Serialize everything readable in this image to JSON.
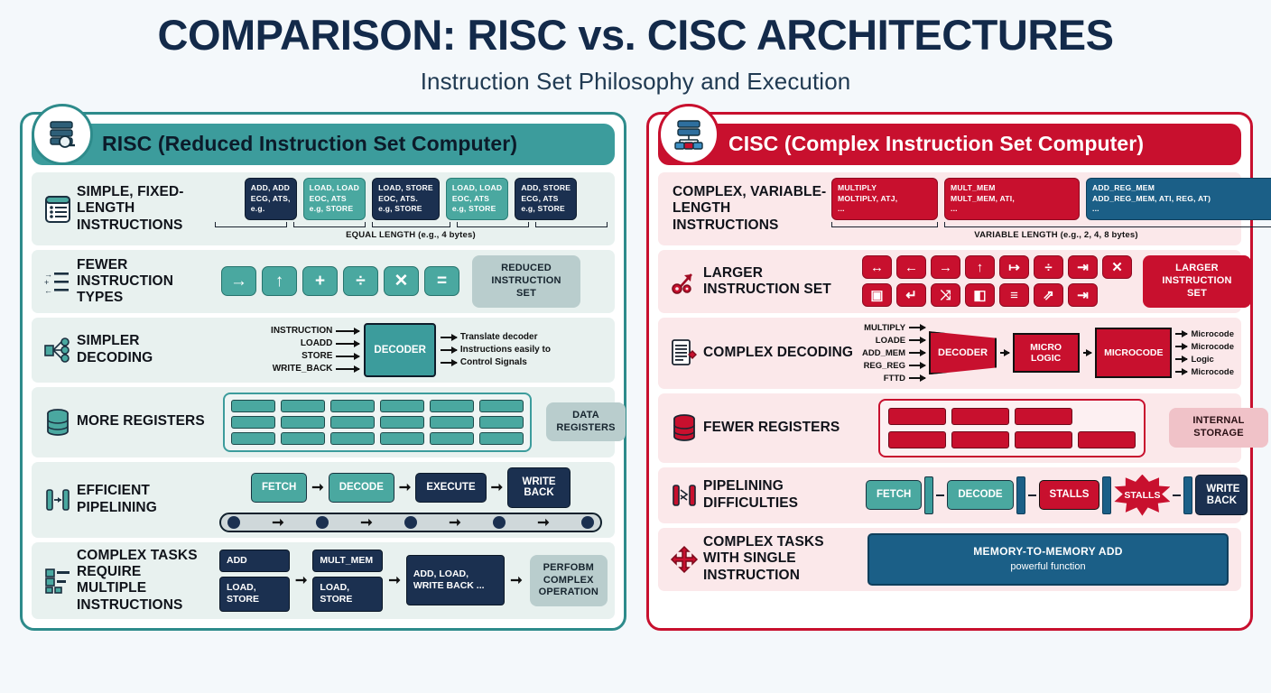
{
  "header": {
    "title": "COMPARISON: RISC vs. CISC ARCHITECTURES",
    "subtitle": "Instruction Set Philosophy and Execution"
  },
  "colors": {
    "risc_accent": "#3c9c9c",
    "cisc_accent": "#c8102e",
    "navy": "#1b3050",
    "blue": "#1b5f87",
    "page_bg": "#f4f8fb"
  },
  "risc": {
    "panel_title": "RISC (Reduced Instruction Set Computer)",
    "badge_icon": "server-search-icon",
    "rows": {
      "instructions": {
        "label": "SIMPLE, FIXED-LENGTH INSTRUCTIONS",
        "icon": "list-document-icon",
        "boxes": [
          {
            "color": "navy",
            "lines": [
              "ADD, ADD",
              "ECG, ATS,",
              "e.g."
            ]
          },
          {
            "color": "teal",
            "lines": [
              "LOAD, LOAD",
              "EOC, ATS",
              "e.g, STORE"
            ]
          },
          {
            "color": "navy",
            "lines": [
              "LOAD, STORE",
              "EOC, ATS.",
              "e.g, STORE"
            ]
          },
          {
            "color": "teal",
            "lines": [
              "LOAD, LOAD",
              "EOC, ATS",
              "e.g, STORE"
            ]
          },
          {
            "color": "navy",
            "lines": [
              "ADD, STORE",
              "ECG, ATS",
              "e.g, STORE"
            ]
          }
        ],
        "length_note": "EQUAL LENGTH (e.g., 4 bytes)"
      },
      "types": {
        "label": "FEWER INSTRUCTION TYPES",
        "icon": "arrows-list-icon",
        "tiles": [
          "→",
          "↑",
          "+",
          "÷",
          "✕",
          "="
        ],
        "tile_names": [
          "arrow-right-icon",
          "arrow-up-icon",
          "plus-icon",
          "divide-icon",
          "multiply-icon",
          "equals-icon"
        ],
        "pill": "REDUCED INSTRUCTION SET"
      },
      "decoding": {
        "label": "SIMPLER DECODING",
        "icon": "node-tree-icon",
        "inputs": [
          "INSTRUCTION",
          "LOADD",
          "STORE",
          "WRITE_BACK"
        ],
        "decoder": "DECODER",
        "outputs": [
          "Translate decoder",
          "Instructions easily to",
          "Control Signals"
        ]
      },
      "registers": {
        "label": "MORE REGISTERS",
        "icon": "database-icon",
        "grid_rows": 3,
        "grid_cols": 6,
        "pill": "DATA REGISTERS"
      },
      "pipelining": {
        "label": "EFFICIENT PIPELINING",
        "icon": "pipeline-icon",
        "stages": [
          {
            "text": "FETCH",
            "color": "teal"
          },
          {
            "text": "DECODE",
            "color": "teal"
          },
          {
            "text": "EXECUTE",
            "color": "navy"
          },
          {
            "text": "WRITE BACK",
            "color": "navy"
          }
        ],
        "belt_dots": 5
      },
      "complex": {
        "label": "COMPLEX TASKS REQUIRE MULTIPLE INSTRUCTIONS",
        "icon": "blocks-icon",
        "chain": [
          {
            "top": "ADD",
            "bottom": "LOAD, STORE"
          },
          {
            "top": "MULT_MEM",
            "bottom": "LOAD, STORE"
          }
        ],
        "final_box": "ADD, LOAD, WRITE BACK ...",
        "pill": "PERFOBM COMPLEX OPERATION"
      }
    }
  },
  "cisc": {
    "panel_title": "CISC (Complex Instruction Set Computer)",
    "badge_icon": "network-diagram-icon",
    "rows": {
      "instructions": {
        "label": "COMPLEX, VARIABLE-LENGTH INSTRUCTIONS",
        "boxes": [
          {
            "color": "red",
            "lines": [
              "MULTIPLY",
              "MOLTIPLY, ATJ,",
              "..."
            ]
          },
          {
            "color": "red",
            "lines": [
              "MULT_MEM",
              "MULT_MEM, ATI,",
              "..."
            ]
          },
          {
            "color": "blue",
            "lines": [
              "ADD_REG_MEM",
              "ADD_REG_MEM, ATI, REG, AT)",
              "..."
            ]
          }
        ],
        "length_note": "VARIABLE LENGTH (e.g., 2, 4, 8 bytes)"
      },
      "types": {
        "label": "LARGER INSTRUCTION SET",
        "icon": "gears-arrow-icon",
        "tiles_row1": [
          "↔",
          "←",
          "→",
          "↑",
          "↦",
          "÷",
          "⇥",
          "✕"
        ],
        "tiles_row2": [
          "▣",
          "↵",
          "⤨",
          "◧",
          "≡",
          "⇗",
          "⇥"
        ],
        "pill": "LARGER INSTRUCTION SET"
      },
      "decoding": {
        "label": "COMPLEX DECODING",
        "icon": "document-gear-icon",
        "inputs": [
          "MULTIPLY",
          "LOADE",
          "ADD_MEM",
          "REG_REG",
          "FTTD"
        ],
        "decoder": "DECODER",
        "micro_logic": "MICRO LOGIC",
        "microcode": "MICROCODE",
        "outputs": [
          "Microcode",
          "Microcode",
          "Logic",
          "Microcode"
        ]
      },
      "registers": {
        "label": "FEWER REGISTERS",
        "icon": "database-icon",
        "row1": 3,
        "row2": 4,
        "pill": "INTERNAL STORAGE"
      },
      "pipelining": {
        "label": "PIPELINING DIFFICULTIES",
        "icon": "pipeline-broken-icon",
        "stages": [
          {
            "text": "FETCH",
            "color": "teal"
          },
          {
            "text": "DECODE",
            "color": "teal"
          },
          {
            "text": "STALLS",
            "color": "red"
          },
          {
            "text": "STALLS",
            "color": "burst"
          },
          {
            "text": "WRITE BACK",
            "color": "navy"
          }
        ]
      },
      "complex": {
        "label": "COMPLEX TASKS WITH SINGLE INSTRUCTION",
        "icon": "four-way-arrow-icon",
        "op_title": "MEMORY-TO-MEMORY ADD",
        "op_sub": "powerful function"
      }
    }
  }
}
